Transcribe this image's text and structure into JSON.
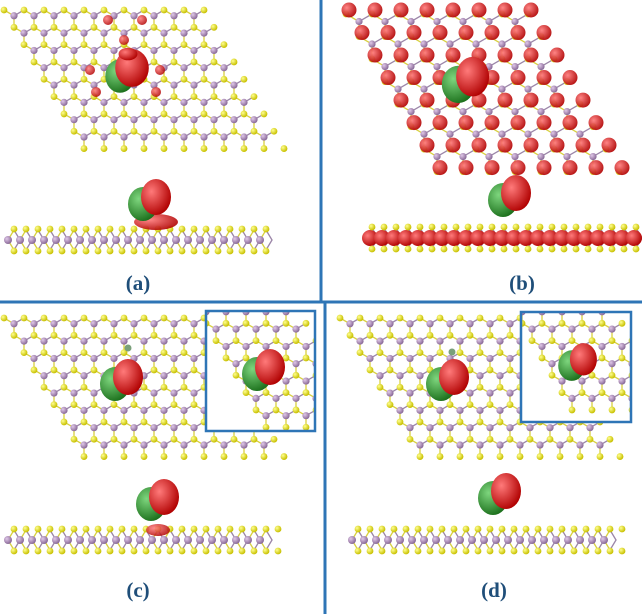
{
  "panels": [
    {
      "label": "(a)",
      "substrate": "pristine",
      "inset": false
    },
    {
      "label": "(b)",
      "substrate": "oxidized",
      "inset": false
    },
    {
      "label": "(c)",
      "substrate": "defect",
      "inset": true
    },
    {
      "label": "(d)",
      "substrate": "defect",
      "inset": true
    }
  ],
  "colors": {
    "divider": "#2e75b6",
    "label": "#1f4e79",
    "sulfur": "#e8e000",
    "metal": "#b08cb8",
    "bond_s": "#d8d040",
    "bond_m": "#9c86a8",
    "oxygen_red": "#e02020",
    "orbital_green": "#2a9a2a",
    "dark_red": "#a01010"
  }
}
